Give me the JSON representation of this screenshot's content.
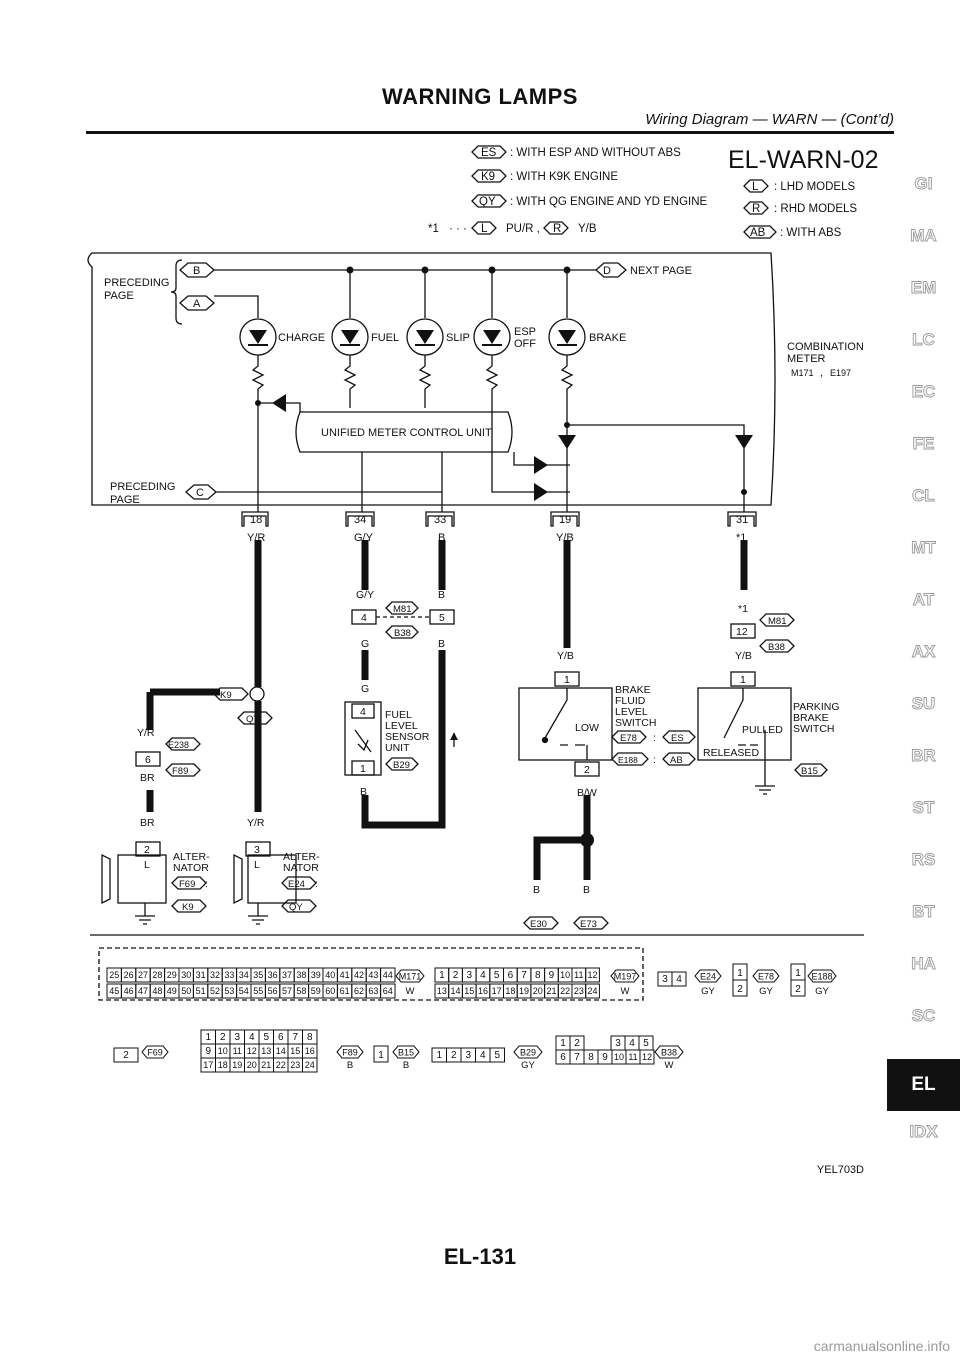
{
  "header": {
    "title": "WARNING LAMPS",
    "subtitle": "Wiring Diagram — WARN — (Cont’d)"
  },
  "side_nav": [
    "GI",
    "MA",
    "EM",
    "LC",
    "EC",
    "FE",
    "CL",
    "MT",
    "AT",
    "AX",
    "SU",
    "BR",
    "ST",
    "RS",
    "BT",
    "HA",
    "SC",
    "EL",
    "IDX"
  ],
  "active_section": "EL",
  "diagram": {
    "id": "EL-WARN-02",
    "legend_left": [
      {
        "tag": "ES",
        "text": ": WITH ESP AND WITHOUT ABS"
      },
      {
        "tag": "K9",
        "text": ": WITH K9K ENGINE"
      },
      {
        "tag": "QY",
        "text": ": WITH QG ENGINE AND YD ENGINE"
      }
    ],
    "legend_right": [
      {
        "tag": "L",
        "text": ": LHD MODELS"
      },
      {
        "tag": "R",
        "text": ": RHD MODELS"
      },
      {
        "tag": "AB",
        "text": ": WITH ABS"
      }
    ],
    "note": {
      "star": "*1",
      "dots": "· · ·",
      "l_tag": "L",
      "l_val": "PU/R ,",
      "r_tag": "R",
      "r_val": "Y/B"
    },
    "meter": {
      "preceding_page_top": "PRECEDING\nPAGE",
      "conn_b": "B",
      "conn_a": "A",
      "conn_d": "D",
      "next_page": "NEXT PAGE",
      "lamps": [
        "CHARGE",
        "FUEL",
        "SLIP",
        "ESP\nOFF",
        "BRAKE"
      ],
      "combination_meter": "COMBINATION\nMETER",
      "meter_tag1": "M171",
      "meter_comma": ",",
      "meter_tag2": "E197",
      "control_unit": "UNIFIED METER CONTROL UNIT",
      "preceding_page_bottom": "PRECEDING\nPAGE",
      "conn_c": "C"
    },
    "terminals": [
      {
        "num": "18",
        "wire": "Y/R"
      },
      {
        "num": "34",
        "wire": "G/Y"
      },
      {
        "num": "33",
        "wire": "B"
      },
      {
        "num": "19",
        "wire": "Y/B"
      },
      {
        "num": "31",
        "wire": "*1"
      }
    ],
    "lower": {
      "gy": "G/Y",
      "b": "B",
      "pin4": "4",
      "pin5": "5",
      "m81": "M81",
      "b38": "B38",
      "g": "G",
      "fuel_pin4": "4",
      "fuel_pin1": "1",
      "fuel_label": "FUEL\nLEVEL\nSENSOR\nUNIT",
      "b29": "B29",
      "fuel_b": "B",
      "k9": "K9",
      "qy": "QY",
      "yr": "Y/R",
      "pin6": "6",
      "e238": "E238",
      "f89": "F89",
      "br": "BR",
      "alt1_br": "BR",
      "alt1_pin": "2",
      "alt1_l": "L",
      "alt1_label": "ALTER-\nNATOR",
      "alt1_conn": "F69",
      "alt1_colon": ":",
      "alt1_tag": "K9",
      "alt2_yr": "Y/R",
      "alt2_pin": "3",
      "alt2_l": "L",
      "alt2_label": "ALTER-\nNATOR",
      "alt2_conn": "E24",
      "alt2_colon": ":",
      "alt2_tag": "QY",
      "brake_yb": "Y/B",
      "brake_pin1": "1",
      "brake_label": "BRAKE\nFLUID\nLEVEL\nSWITCH",
      "low": "LOW",
      "e78": "E78",
      "es": "ES",
      "e188": "E188",
      "ab": "AB",
      "colon": ":",
      "brake_pin2": "2",
      "bw": "B/W",
      "gnd_b1": "B",
      "gnd_b2": "B",
      "e30": "E30",
      "e73": "E73",
      "park_star": "*1",
      "park_m81": "M81",
      "park_pin12": "12",
      "park_b38": "B38",
      "park_yb": "Y/B",
      "park_pin1": "1",
      "park_label": "PARKING\nBRAKE\nSWITCH",
      "pulled": "PULLED",
      "released": "RELEASED",
      "b15": "B15"
    },
    "connectors": {
      "m171_row1": [
        "25",
        "26",
        "27",
        "28",
        "29",
        "30",
        "31",
        "32",
        "33",
        "34",
        "35",
        "36",
        "37",
        "38",
        "39",
        "40",
        "41",
        "42",
        "43",
        "44"
      ],
      "m171_row2": [
        "45",
        "46",
        "47",
        "48",
        "49",
        "50",
        "51",
        "52",
        "53",
        "54",
        "55",
        "56",
        "57",
        "58",
        "59",
        "60",
        "61",
        "62",
        "63",
        "64"
      ],
      "m171_id": "M171",
      "m171_color": "W",
      "m197_row1": [
        "1",
        "2",
        "3",
        "4",
        "5",
        "6",
        "7",
        "8",
        "9",
        "10",
        "11",
        "12"
      ],
      "m197_row2": [
        "13",
        "14",
        "15",
        "16",
        "17",
        "18",
        "19",
        "20",
        "21",
        "22",
        "23",
        "24"
      ],
      "m197_id": "M197",
      "m197_color": "W",
      "e24_pins": [
        "3",
        "4"
      ],
      "e24_id": "E24",
      "e24_color": "GY",
      "e78_pins": [
        "1",
        "2"
      ],
      "e78_id": "E78",
      "e78_color": "GY",
      "e188_pins": [
        "1",
        "2"
      ],
      "e188_id": "E188",
      "e188_color": "GY",
      "f69_pin": "2",
      "f69_id": "F69",
      "f89_rows": [
        [
          "1",
          "2",
          "3",
          "4",
          "5",
          "6",
          "7",
          "8"
        ],
        [
          "9",
          "10",
          "11",
          "12",
          "13",
          "14",
          "15",
          "16"
        ],
        [
          "17",
          "18",
          "19",
          "20",
          "21",
          "22",
          "23",
          "24"
        ]
      ],
      "f89_id": "F89",
      "f89_color": "B",
      "b15_pin": "1",
      "b15_id": "B15",
      "b15_color": "B",
      "b29_pins": [
        "1",
        "2",
        "3",
        "4",
        "5"
      ],
      "b29_id": "B29",
      "b29_color": "GY",
      "b38_row1": [
        "1",
        "2",
        "3",
        "4",
        "5"
      ],
      "b38_row2": [
        "6",
        "7",
        "8",
        "9",
        "10",
        "11",
        "12"
      ],
      "b38_id": "B38",
      "b38_color": "W"
    },
    "image_code": "YEL703D"
  },
  "page_number": "EL-131",
  "watermark": "carmanualsonline.info"
}
